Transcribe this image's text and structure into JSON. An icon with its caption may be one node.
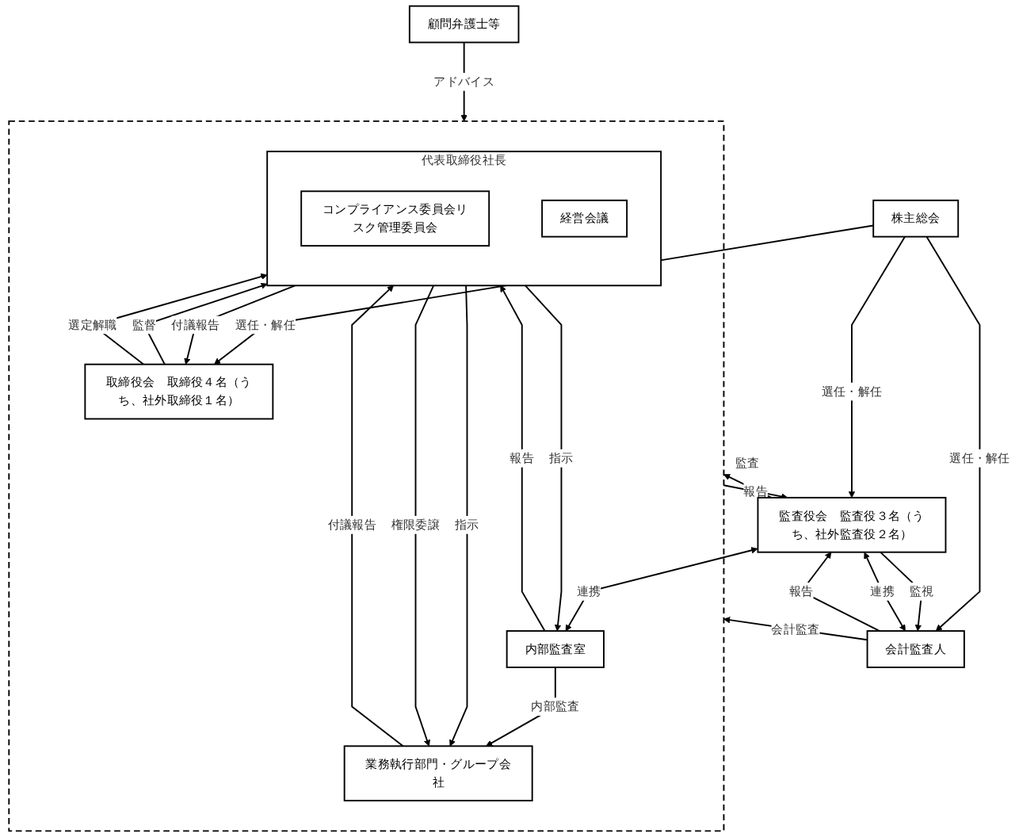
{
  "diagram": {
    "nodes": [
      {
        "text": [
          "株主総会"
        ]
      },
      {
        "text": [],
        "shape": "box"
      },
      {
        "text": [
          "取締役会　取締役４名（うち、社外取締役１名）"
        ],
        "in": 1
      },
      {
        "text": [
          "代表取締役社長"
        ],
        "in": 1
      },
      {
        "text": [
          "コンプライアンス委員会リスク管理委員会"
        ],
        "in": 3
      },
      {
        "text": [
          "経営会議"
        ],
        "in": 3
      },
      {
        "text": [
          "業務執行部門・グループ会社"
        ],
        "in": 1
      },
      {
        "text": [
          "内部監査室"
        ],
        "in": 1
      },
      {
        "text": [
          "監査役会　監査役３名（うち、社外監査役２名）"
        ]
      },
      {
        "text": [
          "会計監査人"
        ]
      },
      {
        "text": [
          "顧問弁護士等"
        ]
      }
    ],
    "edges": [
      {
        "from": 0,
        "to": 2,
        "arrow": "to",
        "label": "選任・解任"
      },
      {
        "from": 0,
        "to": 8,
        "arrow": "to",
        "label": "選任・解任"
      },
      {
        "from": 0,
        "to": 9,
        "arrow": "to",
        "label": "選任・解任"
      },
      {
        "from": 10,
        "to": 1,
        "arrow": "to",
        "label": "アドバイス"
      },
      {
        "from": 2,
        "to": 3,
        "arrow": "to",
        "label": "監督"
      },
      {
        "from": 3,
        "to": 2,
        "arrow": "to",
        "label": "付議報告"
      },
      {
        "from": 2,
        "to": 3,
        "arrow": "to",
        "label": "選定解職"
      },
      {
        "from": 8,
        "to": 1,
        "arrow": "to",
        "label": "監査"
      },
      {
        "from": 1,
        "to": 8,
        "arrow": "to",
        "label": "報告"
      },
      {
        "from": 8,
        "to": 9,
        "arrow": "to",
        "label": "監視"
      },
      {
        "from": 9,
        "to": 8,
        "arrow": "to",
        "label": "報告"
      },
      {
        "from": 8,
        "to": 9,
        "arrow": "both",
        "label": "連携"
      },
      {
        "from": 9,
        "to": 1,
        "arrow": "to",
        "label": "会計監査"
      },
      {
        "from": 3,
        "to": 6,
        "arrow": "to",
        "label": "指示"
      },
      {
        "from": 6,
        "to": 3,
        "arrow": "to",
        "label": "付議報告"
      },
      {
        "from": 3,
        "to": 6,
        "arrow": "to",
        "label": "権限委譲"
      },
      {
        "from": 3,
        "to": 7,
        "arrow": "to",
        "label": "指示"
      },
      {
        "from": 7,
        "to": 3,
        "arrow": "to",
        "label": "報告"
      },
      {
        "from": 7,
        "to": 6,
        "arrow": "to",
        "label": "内部監査"
      },
      {
        "from": 8,
        "to": 7,
        "arrow": "both",
        "label": "連携"
      }
    ]
  }
}
